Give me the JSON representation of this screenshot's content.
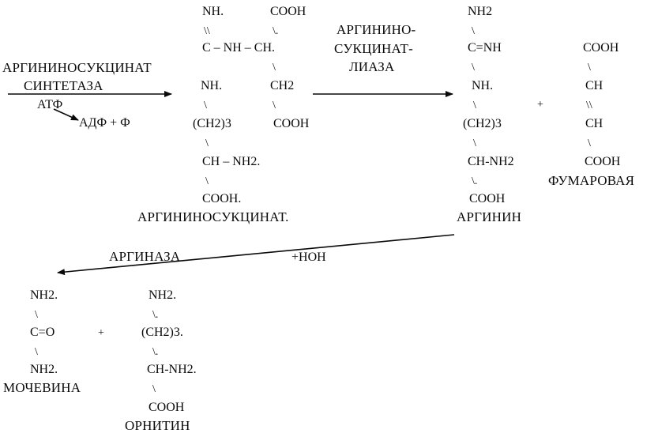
{
  "enzymes": {
    "synthetase_line1": "АРГИНИНОСУКЦИНАТ",
    "synthetase_line2": "СИНТЕТАЗА",
    "atf": "АТФ",
    "adf": "АДФ + Ф",
    "lyase_line1": "АРГИНИНО-",
    "lyase_line2": "СУКЦИНАТ-",
    "lyase_line3": "ЛИАЗА",
    "arginase": "АРГИНАЗА",
    "water": "+НОН"
  },
  "argininosuccinate": {
    "r1_left": "NH.",
    "r1_right": "COOH",
    "r2_left": "\\\\",
    "r2_right": "\\.",
    "r3": "C – NH – CH.",
    "r4": "\\",
    "r5_left": "NH.",
    "r5_right": "CH2",
    "r6_left": "\\",
    "r6_right": "\\",
    "r7_left": "(CH2)3",
    "r7_right": "COOH",
    "r8": "\\",
    "r9": "CH – NH2.",
    "r10": "\\",
    "r11": "COOH.",
    "name": "АРГИНИНОСУКЦИНАТ."
  },
  "arginine": {
    "rows": [
      "NH2",
      "\\",
      "C=NH",
      "\\",
      "NH.",
      "\\",
      "(CH2)3",
      "\\",
      "CH-NH2",
      "\\.",
      "COOH"
    ],
    "name": "АРГИНИН"
  },
  "plus1": "+",
  "fumarate": {
    "rows": [
      "COOH",
      "\\",
      "CH",
      "\\\\",
      "CH",
      "\\",
      "COOH"
    ],
    "name": "ФУМАРОВАЯ"
  },
  "urea": {
    "rows": [
      "NH2.",
      "\\",
      "C=O",
      "\\",
      "NH2."
    ],
    "name": "МОЧЕВИНА"
  },
  "plus2": "+",
  "ornithine": {
    "rows": [
      "NH2.",
      "\\.",
      "(CH2)3.",
      "\\.",
      "CH-NH2.",
      "\\",
      "COOH"
    ],
    "name": "ОРНИТИН"
  }
}
